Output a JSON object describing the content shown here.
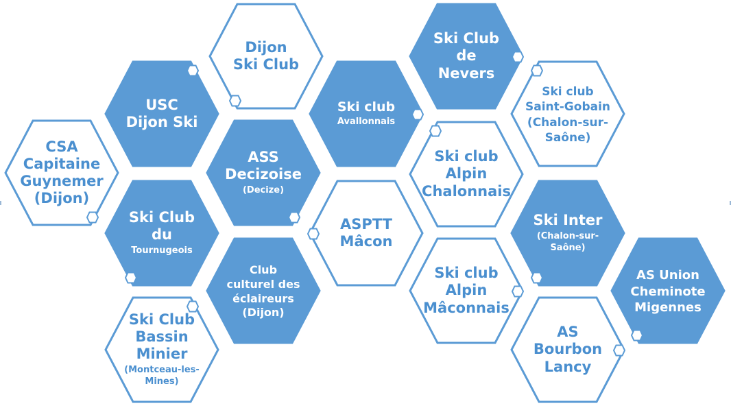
{
  "colors": {
    "fill": "#5b9bd5",
    "stroke": "#5b9bd5",
    "outline_fill": "#ffffff"
  },
  "hexagons": [
    {
      "id": "dijon-ski-club",
      "name": "Dijon\nSki Club",
      "sub": "",
      "style": "outline",
      "mini": "bl"
    },
    {
      "id": "usc-dijon-ski",
      "name": "USC\nDijon Ski",
      "sub": "",
      "style": "filled",
      "mini": "tr"
    },
    {
      "id": "csa-capitaine-guynemer",
      "name": "CSA\nCapitaine\nGuynemer\n(Dijon)",
      "sub": "",
      "style": "outline",
      "mini": "br"
    },
    {
      "id": "ass-decizoise",
      "name": "ASS\nDecizoise",
      "sub": "(Decize)",
      "style": "filled",
      "mini": "br"
    },
    {
      "id": "ski-club-du-tournugeois",
      "name": "Ski Club\ndu",
      "sub": "Tournugeois",
      "style": "filled",
      "mini": "bl"
    },
    {
      "id": "ski-club-bassin-minier",
      "name": "Ski Club\nBassin Minier",
      "sub": "(Montceau-les-\nMines)",
      "style": "outline",
      "mini": "tr"
    },
    {
      "id": "club-culturel-eclaireurs",
      "name": "",
      "sub": "Club\nculturel des\néclaireurs\n(Dijon)",
      "style": "filled",
      "mini": ""
    },
    {
      "id": "ski-club-avallonnais",
      "name": "Ski club",
      "sub": "Avallonnais",
      "style": "filled",
      "mini": "r"
    },
    {
      "id": "asptt-macon",
      "name": "ASPTT\nMâcon",
      "sub": "",
      "style": "outline",
      "mini": "l"
    },
    {
      "id": "ski-club-de-nevers",
      "name": "Ski Club\nde\nNevers",
      "sub": "",
      "style": "filled",
      "mini": "r"
    },
    {
      "id": "ski-club-alpin-chalonnais",
      "name": "Ski club\nAlpin\nChalonnais",
      "sub": "",
      "style": "outline",
      "mini": "tl"
    },
    {
      "id": "ski-club-alpin-maconnais",
      "name": "Ski club\nAlpin\nMâconnais",
      "sub": "",
      "style": "outline",
      "mini": "r"
    },
    {
      "id": "ski-club-saint-gobain",
      "name": "",
      "sub": "Ski club\nSaint-Gobain\n(Chalon-sur-Saône)",
      "style": "outline",
      "mini": "tl"
    },
    {
      "id": "ski-inter",
      "name": "Ski Inter",
      "sub": "(Chalon-sur-\nSaône)",
      "style": "filled",
      "mini": "bl"
    },
    {
      "id": "as-union-cheminote-migennes",
      "name": "",
      "sub": "AS Union\nCheminote\nMigennes",
      "style": "filled",
      "mini": "bl"
    },
    {
      "id": "as-bourbon-lancy",
      "name": "AS\nBourbon\nLancy",
      "sub": "",
      "style": "outline",
      "mini": "r"
    }
  ]
}
